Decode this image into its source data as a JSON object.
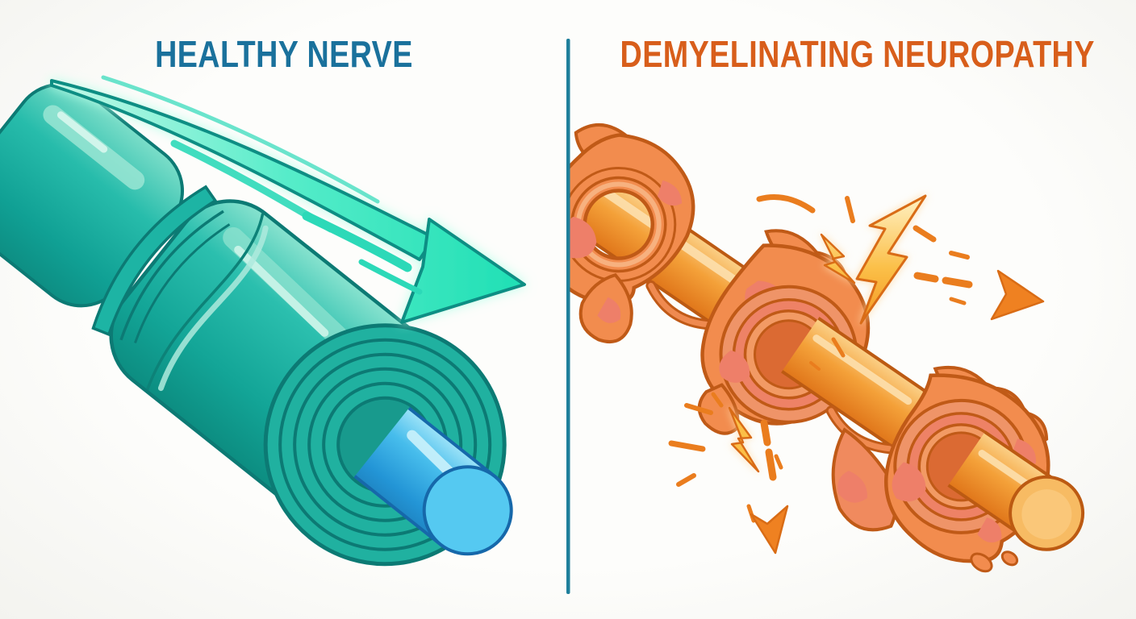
{
  "page": {
    "background_color": "#fafaf7"
  },
  "divider": {
    "color": "#1e7f9b"
  },
  "left_panel": {
    "title": "HEALTHY NERVE",
    "title_color": "#1a719c",
    "colors": {
      "myelin": "#1bb3a3",
      "myelin_outline": "#0c7a74",
      "myelin_highlight": "#9fe8d6",
      "axon": "#3bb4e8",
      "axon_outline": "#1668aa",
      "signal_arrow": "#2fe5c0"
    },
    "icons": [
      "signal-flow-arrow",
      "speed-lines"
    ]
  },
  "right_panel": {
    "title": "DEMYELINATING NEUROPATHY",
    "title_color": "#d85e1b",
    "colors": {
      "myelin": "#f28c4e",
      "myelin_outline": "#c05a17",
      "myelin_patch": "#ee7f69",
      "axon": "#f4a139",
      "spark": "#fbbf47",
      "arrow": "#ef8121"
    },
    "icons": [
      "lightning-spark",
      "spark-flecks",
      "dashed-arrow-right",
      "dashed-arrow-down"
    ]
  }
}
